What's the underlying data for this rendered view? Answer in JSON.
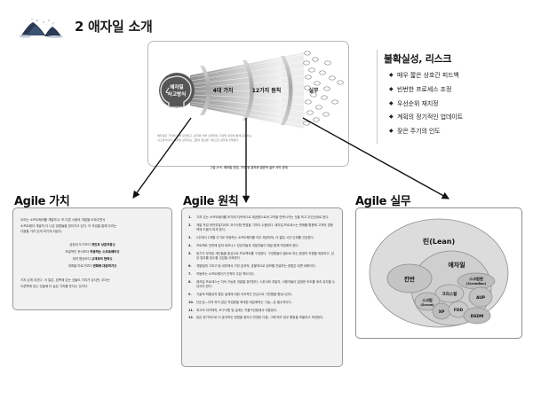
{
  "header": {
    "title": "2 애자일 소개",
    "logo_icon": "mountain-landscape-icon"
  },
  "diagram": {
    "mindset_label_line1": "애자일",
    "mindset_label_line2": "사고방식",
    "lens_values": "4대 가치",
    "lens_principles": "12가지 원칙",
    "lens_practices": "실무",
    "note_line1": "애자일은 가치에 의해 정의되고, 원칙에 의해 수행되며, 다양한 실무를 통해 표현되는",
    "note_line2": "사고방식이다. 애자일 실무자는 그들의 필요를 기반으로 실무를 선택한다.",
    "caption": "그림 2-3. 애자일 선언, 가치 및 원칙과 일반적 실무 사이 관계"
  },
  "risk": {
    "title": "불확실성, 리스크",
    "bullet_glyph": "◆",
    "items": [
      "매우  짧은  상호간  피드백",
      "빈번한  프로세스  조정",
      "우선순위  재지정",
      "계획의  정기적인  업데이트",
      "잦은  주기의  인도"
    ]
  },
  "values": {
    "heading": "Agile 가치",
    "intro_line1": "우리는 소프트웨어를 개발하고, 또 다른 사람의 개발을 도와주면서",
    "intro_line2": "소프트웨어 개발의 더 나은 방법들을 찾아가고 있다. 이 작업을 통해 우리는",
    "intro_line3": "다음을 가치 있게 여기게 되었다.",
    "pairs": [
      {
        "left": "공정과 도구보다 ",
        "right": "개인과 상호작용",
        "tail": "을"
      },
      {
        "left": "포괄적인 문서보다 ",
        "right": "작동하는 소프트웨어",
        "tail": "를"
      },
      {
        "left": "계약 협상보다 ",
        "right": "고객과의 협력",
        "tail": "을"
      },
      {
        "left": "계획을 따르기보다 ",
        "right": "변화에 대응하기",
        "tail": "를"
      }
    ],
    "outro_line1": "가치 있게 여긴다. 이 말은, 왼쪽에 있는 것들도 가치가 있지만, 우리는",
    "outro_line2": "오른쪽에 있는 것들에 더 높은 가치를 둔다는 것이다."
  },
  "principles": {
    "heading": "Agile 원칙",
    "items": [
      "가치 있는 소프트웨어를 조기에 지속적으로 제공함으로써 고객을 만족시키는 것을 최고 우선순위로 한다.",
      "개발 작업 후반부일지라도 요구사항 변경을 기꺼이 수용한다. 애자일 프로세스는 변화를 활용해 고객의 경쟁력에 도움이 되게 한다.",
      "2주에서 2개월 주기로 작동하는 소프트웨어를 자주 제공하되, 더 짧은 시간 단위를 선호한다.",
      "프로젝트 전반에 걸쳐 비즈니스 담당자들과 개발자들이 매일 함께 작업해야 한다.",
      "동기가 부여된 개인들을 중심으로 프로젝트를 구성한다. 구성원들이 필요로 하는 환경과 지원을 제공하고, 담당 업무를 완수할 것임을 신뢰한다.",
      "개발팀에 그리고 팀 내부에서 가장 효과적, 효율적으로 정보를 전달하는 방법은 대면 대화이다.",
      "작동하는 소프트웨어가 진척의 주된 척도이다.",
      "애자일 프로세스는 지속 가능한 개발을 장려한다. 스폰서와 개발자, 사용자들이 일정한 속도를 계속 유지할 수 있어야 한다.",
      "기술적 탁월성과 좋은 설계에 대한 지속적인 관심으로 기민함을 향상시킨다.",
      "단순성—아직 하지 않은 작업량을 최대한 세분화하는 기술—은 필수적이다.",
      "최고의 아키텍처, 요구사항 및 설계는 자율구성팀에서 비롯된다.",
      "팀은 정기적으로 더 효과적인 방법을 찾아서 반영한 다음, 그에 따라 업무 활동을 조율하고 조정한다."
    ]
  },
  "practices": {
    "heading": "Agile 실무",
    "lean_label": "린(Lean)",
    "agile_label": "애자일",
    "kanban_label": "칸반",
    "methods": [
      {
        "label": "스크럼밴",
        "sub": "(ScrumBan)"
      },
      {
        "label": "크리스탈",
        "sub": ""
      },
      {
        "label": "AUP",
        "sub": ""
      },
      {
        "label": "스크럼",
        "sub": "(Scrum)"
      },
      {
        "label": "XP",
        "sub": ""
      },
      {
        "label": "FDD",
        "sub": ""
      },
      {
        "label": "DSDM",
        "sub": ""
      }
    ]
  },
  "colors": {
    "panel_bg": "#f1f1f1",
    "panel_border": "#9a9a9a",
    "head_fill": "#565656",
    "lens_fill": "#b3b3b3",
    "text": "#1b1b1b"
  }
}
